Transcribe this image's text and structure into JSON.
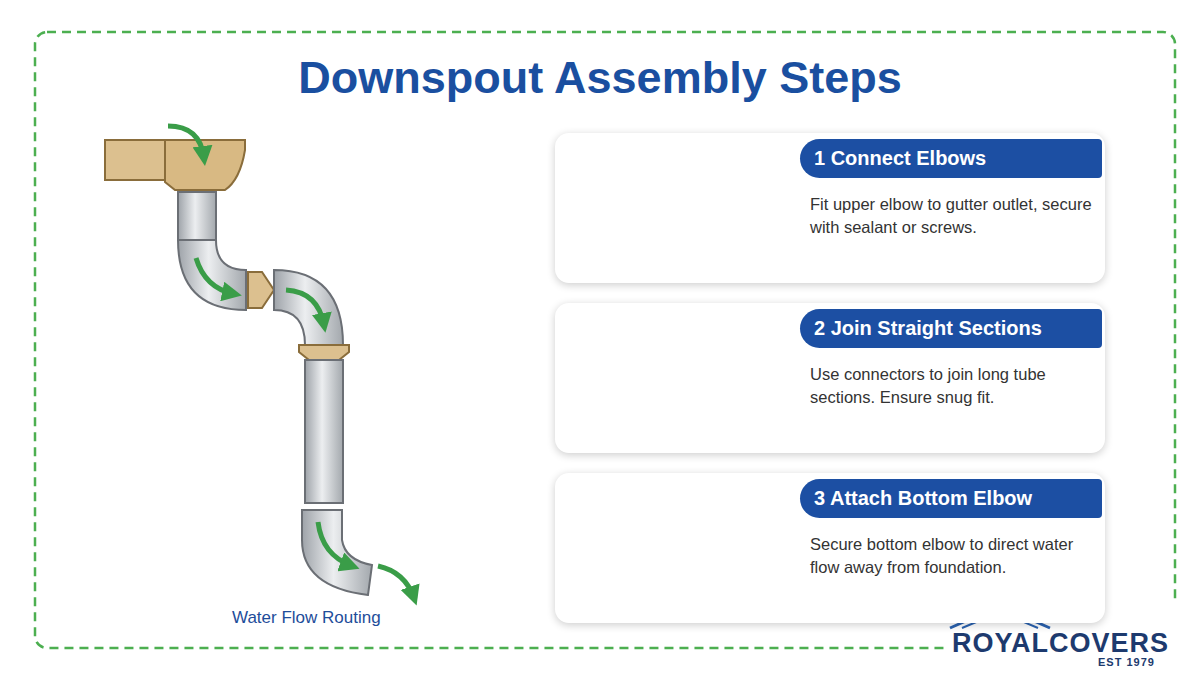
{
  "diagram": {
    "title": "Downspout Assembly Steps",
    "nodes": [
      {
        "text": [
          "1 Connect Elbows",
          "Fit upper elbow to gutter outlet, secure with sealant or screws."
        ]
      },
      {
        "text": [
          "2 Join Straight Sections",
          "Use connectors to join long tube sections. Ensure snug fit."
        ]
      },
      {
        "text": [
          "3 Attach Bottom Elbow",
          "Secure bottom elbow to direct water flow away from foundation."
        ]
      }
    ],
    "labels": [
      "Water Flow Routing",
      "ROYALCOVERS",
      "EST 1979"
    ]
  }
}
